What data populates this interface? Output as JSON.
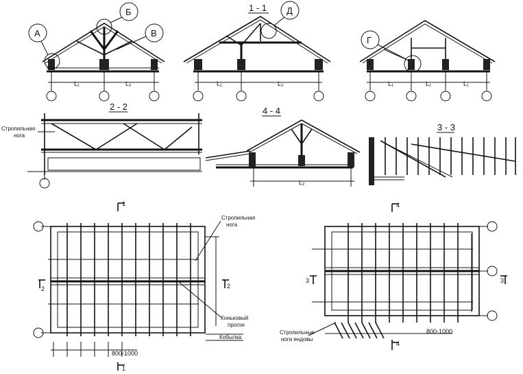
{
  "sections": {
    "s11": "1 - 1",
    "s22": "2 - 2",
    "s44": "4 - 4",
    "s33": "3 - 3"
  },
  "callouts": {
    "a": "А",
    "b": "Б",
    "v": "В",
    "g": "Г",
    "d": "Д"
  },
  "spans": {
    "l1": "L₁",
    "l2": "L₂"
  },
  "labels": {
    "rafter_leg_22a": "Стропильная",
    "rafter_leg_22b": "нога",
    "rafter_leg_plan_a": "Стропильная",
    "rafter_leg_plan_b": "нога",
    "ridge_purlin_a": "Коньковый",
    "ridge_purlin_b": "прогон",
    "filly": "Кобылка",
    "valley_rafters_a": "Стропильные",
    "valley_rafters_b": "ноги ендовы",
    "spacing_left": "800-1000",
    "spacing_right": "800-1000"
  },
  "cuts": {
    "c1_top": "1",
    "c1_bot": "1",
    "c2_left": "2",
    "c2_right": "2",
    "c4_top": "4",
    "c4_bot": "4",
    "c3_left": "3",
    "c3_right": "3"
  }
}
